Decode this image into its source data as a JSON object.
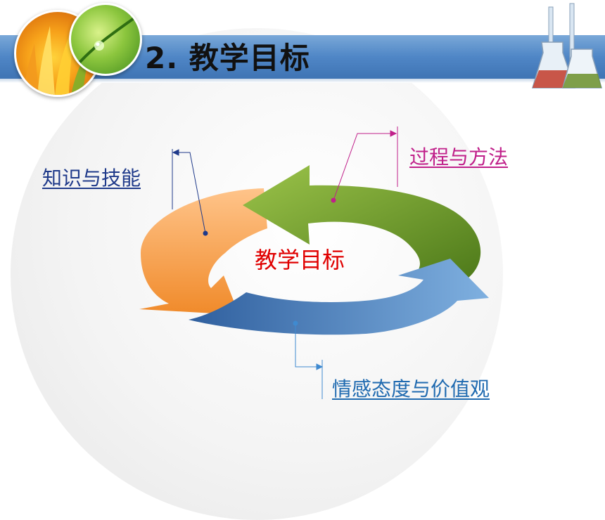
{
  "header": {
    "title": "2. 教学目标"
  },
  "diagram": {
    "center": "教学目标",
    "labels": {
      "knowledge": "知识与技能",
      "process": "过程与方法",
      "emotion": "情感态度与价值观"
    }
  },
  "colors": {
    "title_bar": "#4f86c6",
    "arrow_orange": "#f7a24a",
    "arrow_green": "#6f9a2a",
    "arrow_blue": "#3f74b4",
    "center_text": "#e00000",
    "label_knowledge": "#1f3a8a",
    "label_process": "#c0208a",
    "label_emotion": "#1f6ab0"
  },
  "icons": {
    "logo_left": "flower-photo-icon",
    "logo_middle": "leaf-droplet-icon",
    "logo_right": "lab-flask-icon"
  }
}
